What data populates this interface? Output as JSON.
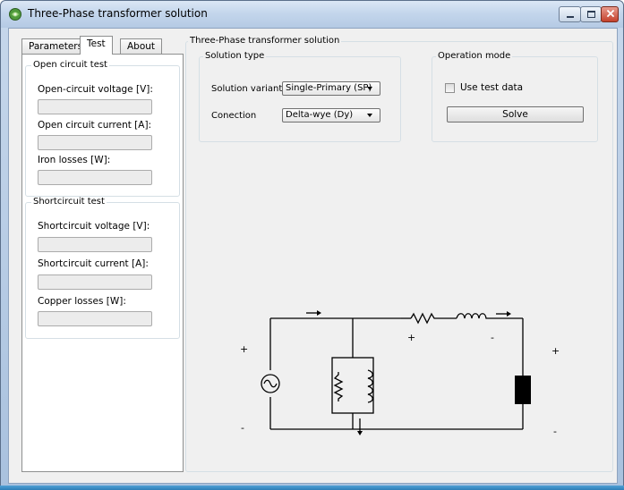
{
  "window": {
    "title": "Three-Phase transformer solution",
    "controls": [
      "minimize",
      "maximize",
      "close"
    ]
  },
  "tabs": [
    {
      "label": "Parameters",
      "active": false
    },
    {
      "label": "Test",
      "active": true
    },
    {
      "label": "About",
      "active": false
    }
  ],
  "open_circuit": {
    "title": "Open circuit test",
    "fields": [
      {
        "label": "Open-circuit voltage [V]:",
        "value": ""
      },
      {
        "label": "Open circuit current [A]:",
        "value": ""
      },
      {
        "label": "Iron losses [W]:",
        "value": ""
      }
    ]
  },
  "short_circuit": {
    "title": "Shortcircuit test",
    "fields": [
      {
        "label": "Shortcircuit voltage [V]:",
        "value": ""
      },
      {
        "label": "Shortcircuit current [A]:",
        "value": ""
      },
      {
        "label": "Copper losses [W]:",
        "value": ""
      }
    ]
  },
  "main": {
    "title": "Three-Phase transformer solution",
    "solution_type": {
      "title": "Solution type",
      "variant_label": "Solution variant",
      "variant_value": "Single-Primary (SP)",
      "connection_label": "Conection",
      "connection_value": "Delta-wye (Dy)"
    },
    "operation_mode": {
      "title": "Operation mode",
      "use_test_data_label": "Use test data",
      "use_test_data_checked": false,
      "solve_label": "Solve"
    }
  },
  "circuit": {
    "plus": "+",
    "minus": "-"
  }
}
